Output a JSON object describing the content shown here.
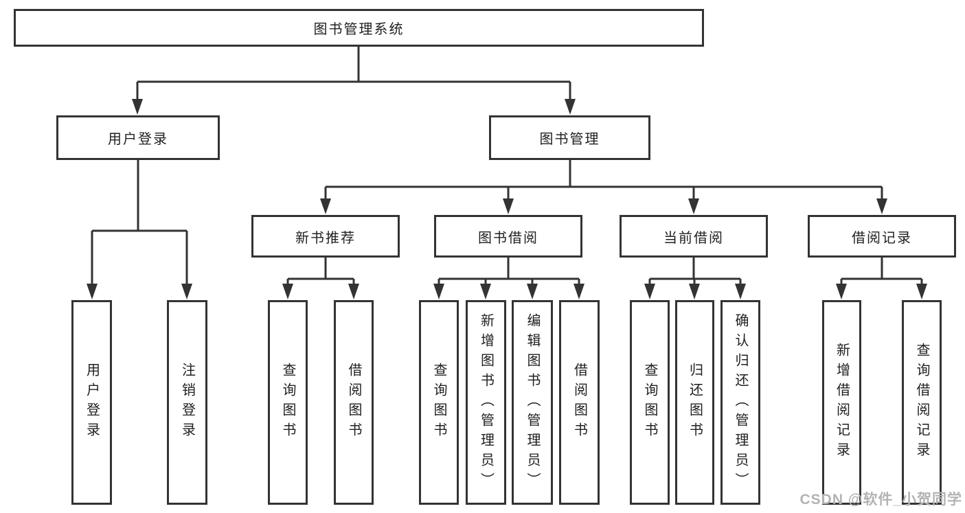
{
  "tree": {
    "root": "图书管理系统",
    "children": [
      {
        "label": "用户登录",
        "children": [
          "用户登录",
          "注销登录"
        ]
      },
      {
        "label": "图书管理",
        "children": [
          {
            "label": "新书推荐",
            "children": [
              "查询图书",
              "借阅图书"
            ]
          },
          {
            "label": "图书借阅",
            "children": [
              "查询图书",
              "新增图书（管理员）",
              "编辑图书（管理员）",
              "借阅图书"
            ]
          },
          {
            "label": "当前借阅",
            "children": [
              "查询图书",
              "归还图书",
              "确认归还（管理员）"
            ]
          },
          {
            "label": "借阅记录",
            "children": [
              "新增借阅记录",
              "查询借阅记录"
            ]
          }
        ]
      }
    ]
  },
  "watermark": {
    "text": "CSDN @软件_小贺同学"
  },
  "colors": {
    "line": "#333333",
    "text": "#1f1f1f",
    "background": "#ffffff",
    "watermark": "#b3b3b3"
  }
}
